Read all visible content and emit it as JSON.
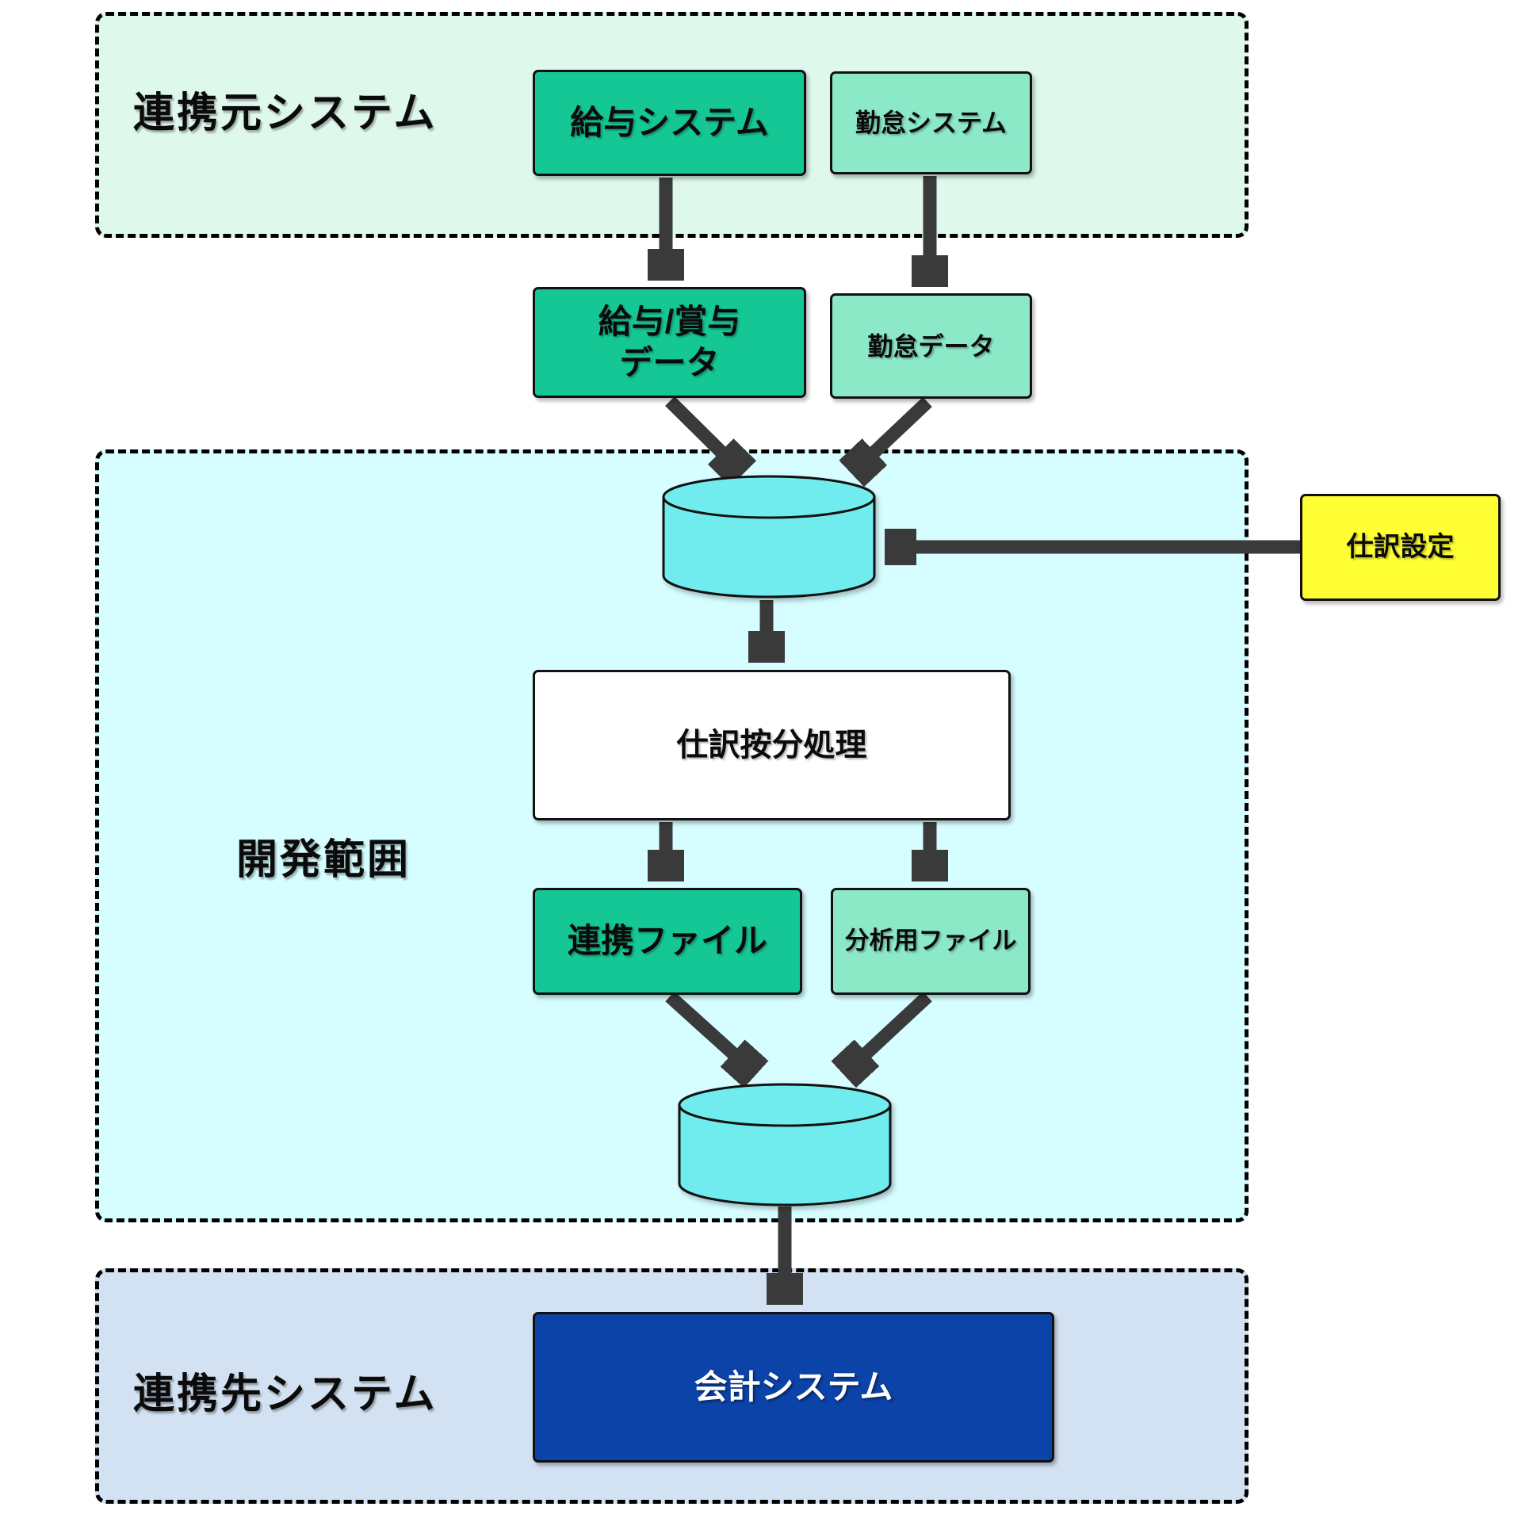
{
  "sections": {
    "source": {
      "label": "連携元システム",
      "bg_color": "#DFF8EC"
    },
    "development": {
      "label": "開発範囲",
      "bg_color": "#D6FDFF"
    },
    "destination": {
      "label": "連携先システム",
      "bg_color": "#D3E2F2"
    }
  },
  "nodes": {
    "payroll_system": {
      "label": "給与システム",
      "color": "#15C795"
    },
    "attendance_system": {
      "label": "勤怠システム",
      "color": "#8CE9C8"
    },
    "payroll_bonus_data": {
      "label": "給与/賞与\nデータ",
      "color": "#15C795"
    },
    "attendance_data": {
      "label": "勤怠データ",
      "color": "#8CE9C8"
    },
    "input_database": {
      "label": "",
      "shape": "cylinder",
      "color": "#70ECEF"
    },
    "journal_settings": {
      "label": "仕訳設定",
      "color": "#FFFF33"
    },
    "journal_allocation_process": {
      "label": "仕訳按分処理",
      "color": "#FFFFFF"
    },
    "integration_file": {
      "label": "連携ファイル",
      "color": "#15C795"
    },
    "analysis_file": {
      "label": "分析用ファイル",
      "color": "#8CE9C8"
    },
    "output_database": {
      "label": "",
      "shape": "cylinder",
      "color": "#70ECEF"
    },
    "accounting_system": {
      "label": "会計システム",
      "color": "#0B43A9",
      "text_color": "#FFFFFF"
    }
  },
  "edges": [
    {
      "from": "payroll_system",
      "to": "payroll_bonus_data"
    },
    {
      "from": "attendance_system",
      "to": "attendance_data"
    },
    {
      "from": "payroll_bonus_data",
      "to": "input_database"
    },
    {
      "from": "attendance_data",
      "to": "input_database"
    },
    {
      "from": "journal_settings",
      "to": "input_database"
    },
    {
      "from": "input_database",
      "to": "journal_allocation_process"
    },
    {
      "from": "journal_allocation_process",
      "to": "integration_file"
    },
    {
      "from": "journal_allocation_process",
      "to": "analysis_file"
    },
    {
      "from": "integration_file",
      "to": "output_database"
    },
    {
      "from": "analysis_file",
      "to": "output_database"
    },
    {
      "from": "output_database",
      "to": "accounting_system"
    }
  ],
  "colors": {
    "arrow": "#3A3A3A",
    "border": "#111111",
    "section_border": "#000000",
    "emerald": "#15C795",
    "mint": "#8CE9C8",
    "cylinder": "#70ECEF",
    "yellow": "#FFFF33",
    "blue": "#0B43A9"
  }
}
